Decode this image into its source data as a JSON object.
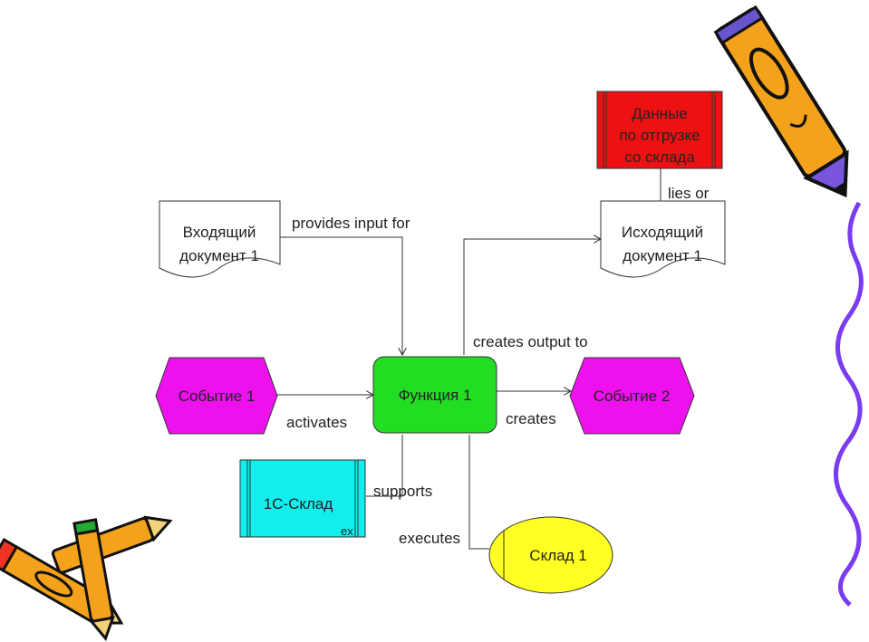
{
  "nodes": {
    "function1": {
      "label": "Функция 1",
      "color": "#22dd22"
    },
    "event1": {
      "label": "Событие 1",
      "color": "#ee11ee"
    },
    "event2": {
      "label": "Событие 2",
      "color": "#ee11ee"
    },
    "input_doc": {
      "line1": "Входящий",
      "line2": "документ 1"
    },
    "output_doc": {
      "line1": "Исходящий",
      "line2": "документ 1"
    },
    "data": {
      "line1": "Данные",
      "line2": "по отгрузке",
      "line3": "со склада",
      "color": "#ee1111"
    },
    "system": {
      "label": "1С-Склад",
      "suffix": "ex",
      "color": "#11eeee"
    },
    "org_unit": {
      "label": "Склад 1",
      "color": "#ffff22"
    }
  },
  "edges": {
    "provides_input": "provides input for",
    "creates_output": "creates output to",
    "lies_on": "lies or",
    "activates": "activates",
    "creates": "creates",
    "supports": "supports",
    "executes": "executes"
  },
  "decorations": {
    "top_right": "pencil-icon",
    "bottom_left": "crossed-pencils-icon",
    "right_edge": "wavy-line"
  }
}
